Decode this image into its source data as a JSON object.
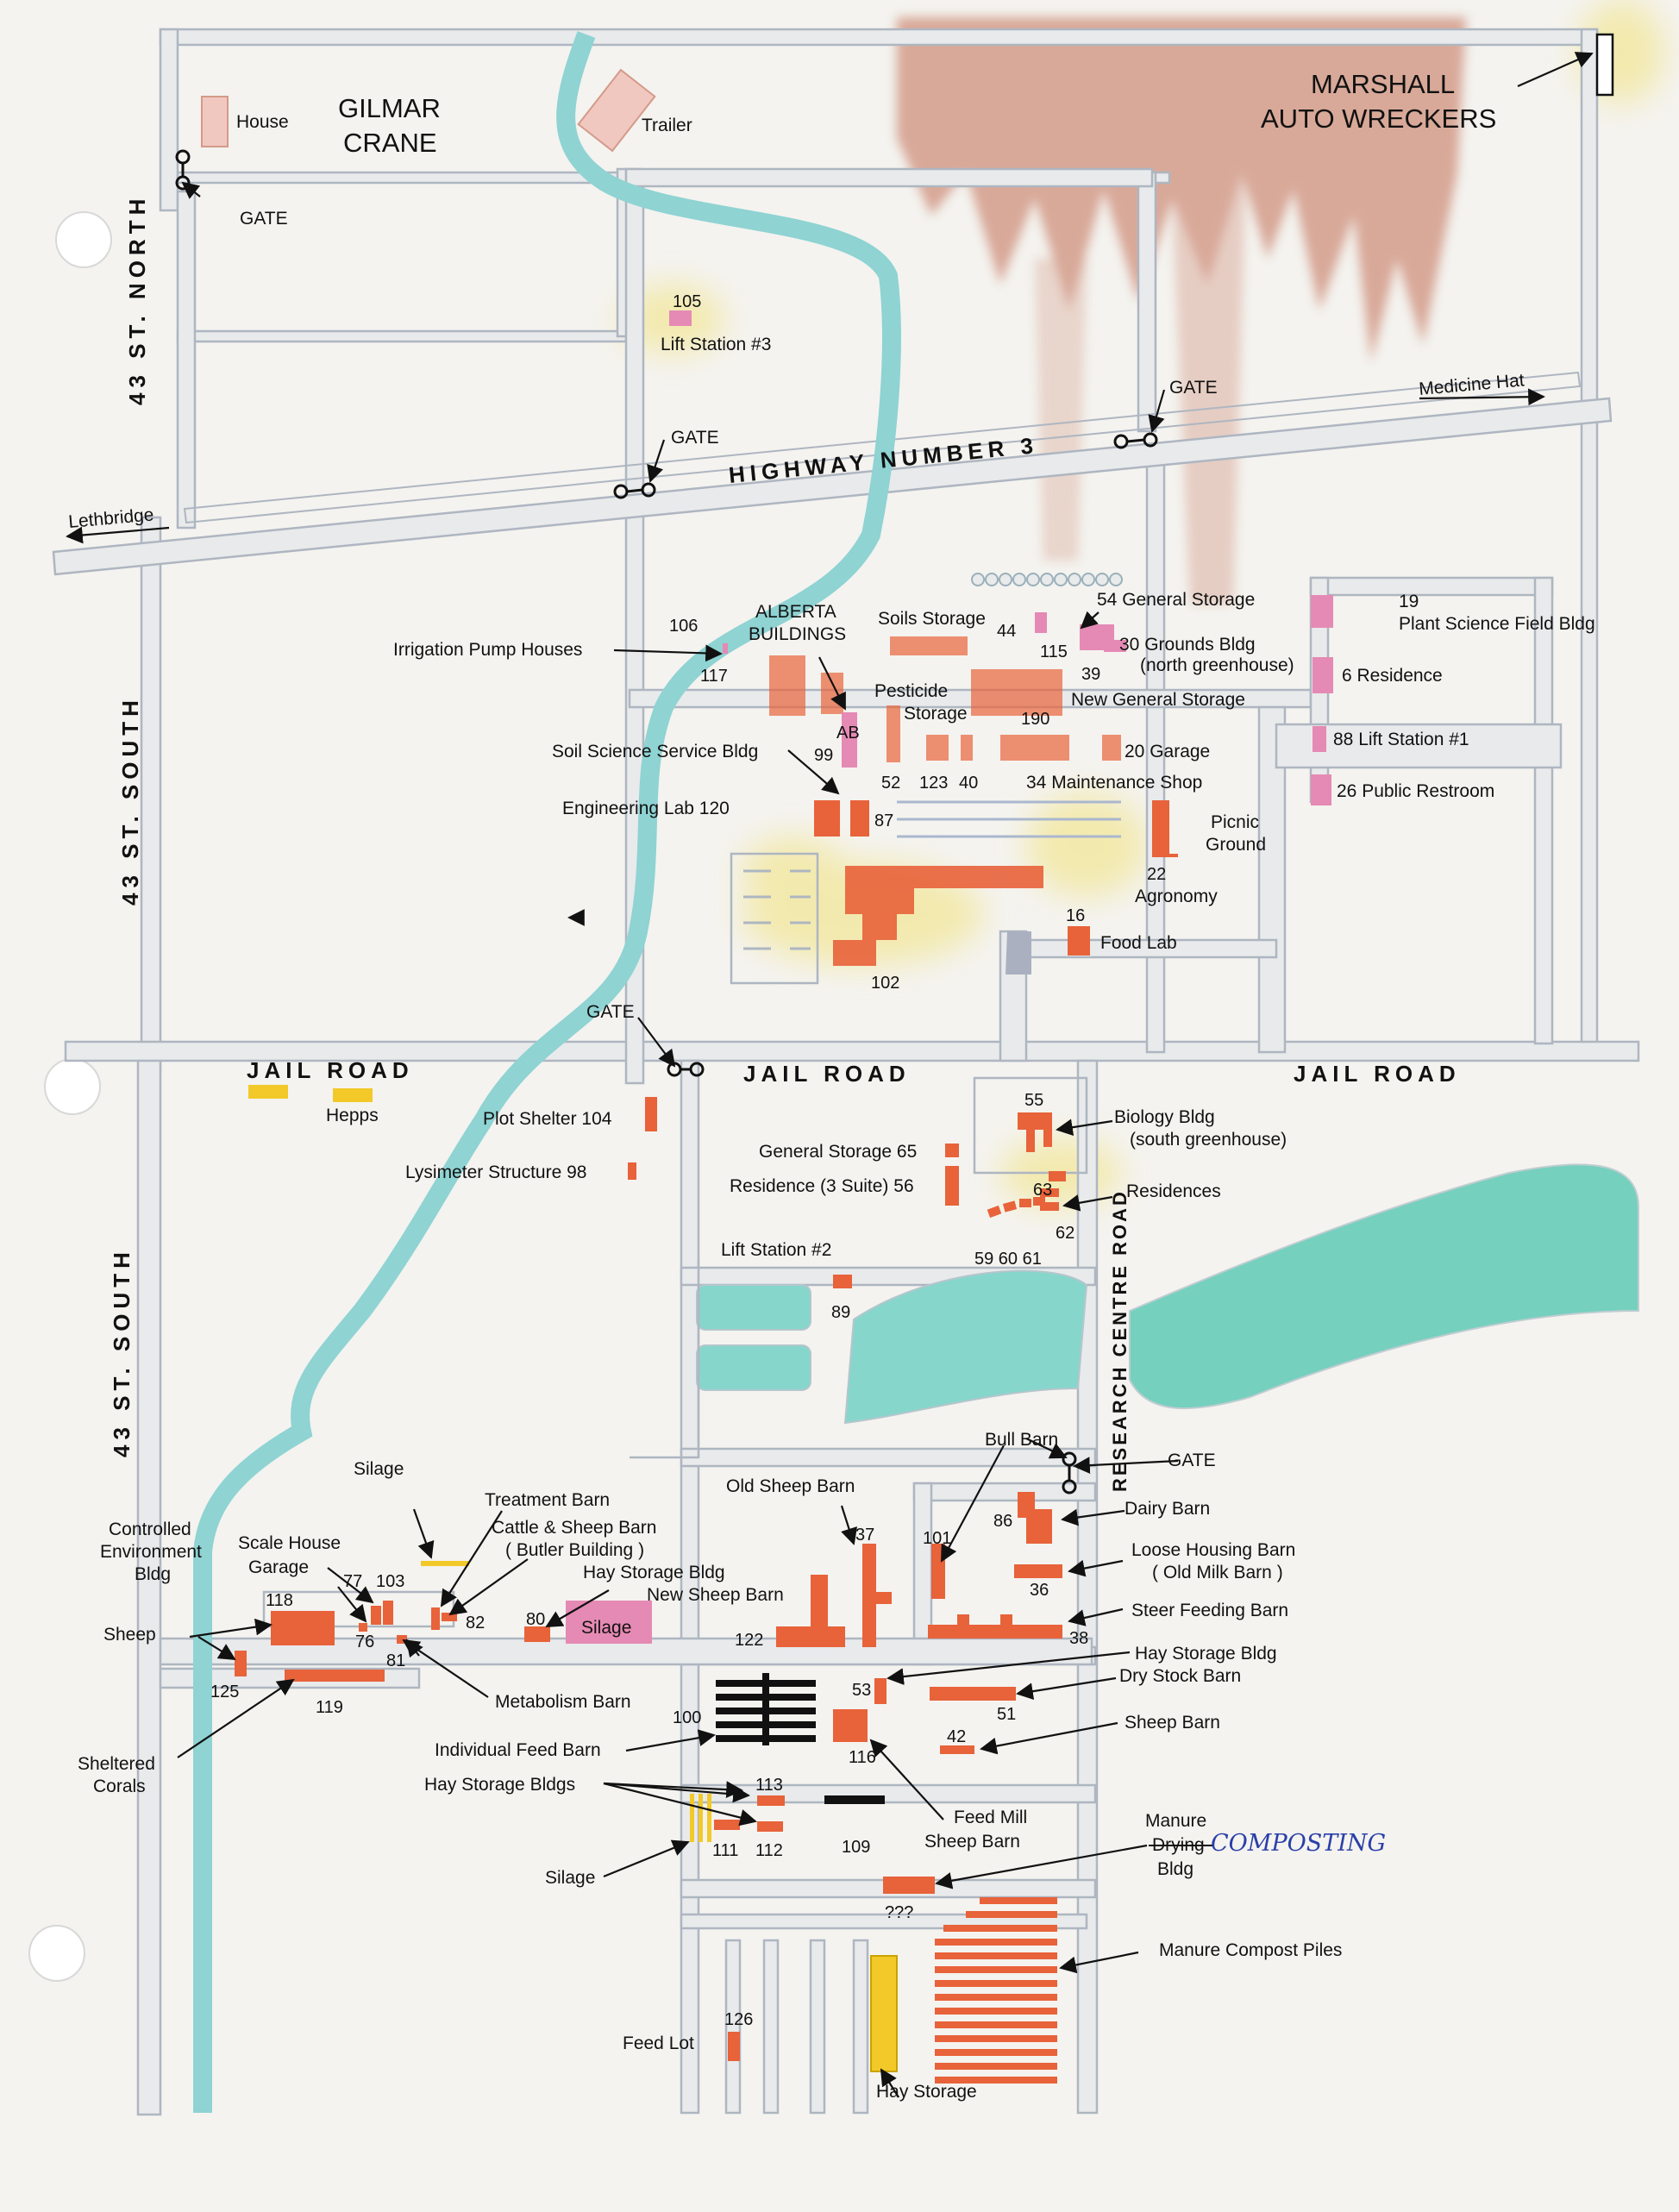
{
  "labels": {
    "house": "House",
    "gilmar": "GILMAR",
    "crane": "CRANE",
    "trailer": "Trailer",
    "marshall": "MARSHALL",
    "auto_wreckers": "AUTO WRECKERS",
    "gate": "GATE",
    "st43_north": "43 ST. NORTH",
    "st43_south": "43 ST. SOUTH",
    "n105": "105",
    "lift3": "Lift Station #3",
    "highway": "HIGHWAY NUMBER 3",
    "medicine_hat": "Medicine Hat",
    "lethbridge": "Lethbridge",
    "alberta_buildings_1": "ALBERTA",
    "alberta_buildings_2": "BUILDINGS",
    "soils_storage": "Soils Storage",
    "n44": "44",
    "general_storage_54": "54 General Storage",
    "n115": "115",
    "n39": "39",
    "grounds_bldg": "30  Grounds Bldg",
    "north_greenhouse": "(north greenhouse)",
    "plant_science_19": "19",
    "plant_science": "Plant Science Field Bldg",
    "residence_6": "6  Residence",
    "irrigation": "Irrigation Pump Houses",
    "n106": "106",
    "n117": "117",
    "pesticide": "Pesticide",
    "storage": "Storage",
    "new_general_storage": "New General Storage",
    "n190": "190",
    "ab": "AB",
    "n99": "99",
    "soil_science": "Soil Science Service Bldg",
    "n20_garage": "20  Garage",
    "lift1": "88  Lift Station #1",
    "n52": "52",
    "n123": "123",
    "n40": "40",
    "maintenance": "34 Maintenance Shop",
    "public_restroom": "26  Public Restroom",
    "engineering": "Engineering Lab 120",
    "n87": "87",
    "picnic": "Picnic",
    "ground": "Ground",
    "n22": "22",
    "agronomy": "Agronomy",
    "n16": "16",
    "food_lab": "Food Lab",
    "n102": "102",
    "jail_road": "JAIL ROAD",
    "hepps": "Hepps",
    "plot_shelter": "Plot Shelter  104",
    "lysimeter": "Lysimeter Structure  98",
    "n55": "55",
    "biology": "Biology Bldg",
    "south_greenhouse": "(south greenhouse)",
    "general_storage_65": "General Storage  65",
    "residence_56": "Residence (3 Suite)  56",
    "n63": "63",
    "residences": "Residences",
    "n62": "62",
    "n59_60_61": "59 60 61",
    "lift2": "Lift Station #2",
    "n89": "89",
    "research_centre_road": "RESEARCH CENTRE ROAD",
    "bull_barn": "Bull Barn",
    "old_sheep_barn": "Old Sheep Barn",
    "silage": "Silage",
    "treatment_barn": "Treatment Barn",
    "cattle_sheep": "Cattle & Sheep Barn",
    "butler": "( Butler Building )",
    "controlled_1": "Controlled",
    "controlled_2": "Environment",
    "controlled_3": "Bldg",
    "scale_house": "Scale House",
    "garage": "Garage",
    "n77": "77",
    "n103": "103",
    "hay_storage_bldg": "Hay Storage Bldg",
    "new_sheep_barn": "New Sheep Barn",
    "n37": "37",
    "n101": "101",
    "n86": "86",
    "dairy_barn": "Dairy Barn",
    "loose_housing": "Loose Housing Barn",
    "old_milk_barn": "( Old Milk Barn )",
    "n36": "36",
    "steer_feeding": "Steer Feeding Barn",
    "n38": "38",
    "n118": "118",
    "n76": "76",
    "n82": "82",
    "n80": "80",
    "n122": "122",
    "sheep": "Sheep",
    "n125": "125",
    "n81": "81",
    "n119": "119",
    "metabolism": "Metabolism Barn",
    "n100": "100",
    "n53": "53",
    "hay_storage_bldg2": "Hay Storage Bldg",
    "dry_stock": "Dry Stock Barn",
    "n51": "51",
    "sheep_barn": "Sheep Barn",
    "n42": "42",
    "individual_feed": "Individual Feed Barn",
    "n116": "116",
    "sheltered_1": "Sheltered",
    "sheltered_2": "Corals",
    "hay_storage_bldgs": "Hay Storage Bldgs",
    "n113": "113",
    "feed_mill": "Feed Mill",
    "sheep_barn2": "Sheep Barn",
    "n111": "111",
    "n112": "112",
    "n109": "109",
    "manure_1": "Manure",
    "manure_2": "Drying",
    "manure_3": "Bldg",
    "composting": "COMPOSTING",
    "qqq": "???",
    "manure_compost": "Manure Compost Piles",
    "feed_lot": "Feed Lot",
    "n126": "126",
    "hay_storage": "Hay Storage"
  },
  "colors": {
    "road_fill": "#e9eaeb",
    "road_edge": "#aeb6c1",
    "canal": "#8fd3d3",
    "building": "#e8623a",
    "building_pink": "#e58ab4",
    "yellow": "#f2c928",
    "pond": "#86d6cc",
    "stain": "#c9806a"
  }
}
